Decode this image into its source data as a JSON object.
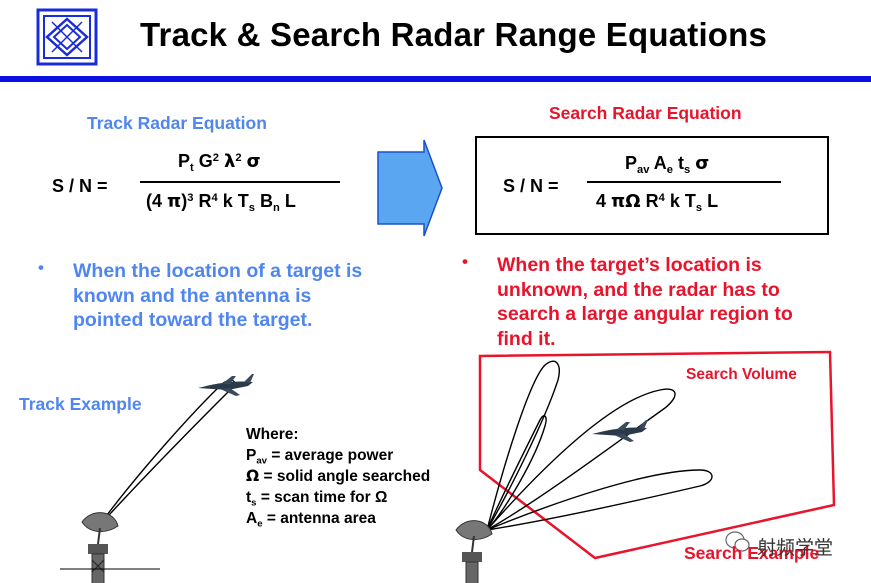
{
  "title": "Track & Search Radar Range Equations",
  "track": {
    "heading": "Track Radar Equation",
    "lhs": "S / N =",
    "num": {
      "P": "P",
      "P_sub": "t",
      "G": "G",
      "G_sup": "2",
      "lambda": "λ",
      "lambda_sup": "2",
      "sigma": "σ"
    },
    "den": {
      "open": "(4",
      "pi": "π",
      "close": ")",
      "close_sup": "3",
      "R": "R",
      "R_sup": "4",
      "k": "k",
      "T": "T",
      "T_sub": "s",
      "B": "B",
      "B_sub": "n",
      "L": "L"
    },
    "bullet": "When the location of a target is known and the antenna is pointed toward the target.",
    "example": "Track Example"
  },
  "search": {
    "heading": "Search Radar Equation",
    "lhs": "S / N =",
    "num": {
      "P": "P",
      "P_sub": "av",
      "A": "A",
      "A_sub": "e",
      "t": "t",
      "t_sub": "s",
      "sigma": "σ"
    },
    "den": {
      "four": "4",
      "pi": "π",
      "omega": "Ω",
      "R": "R",
      "R_sup": "4",
      "k": "k",
      "T": "T",
      "T_sub": "s",
      "L": "L"
    },
    "bullet": "When the target’s location is unknown, and the radar has to search a large angular region to find it.",
    "volume": "Search Volume",
    "example": "Search Example"
  },
  "where": {
    "heading": "Where:",
    "lines": [
      {
        "sym": "P",
        "sub": "av",
        "text": "= average power"
      },
      {
        "sym": "Ω",
        "sub": "",
        "text": " = solid angle searched"
      },
      {
        "sym": "t",
        "sub": "s",
        "text": " = scan time for Ω"
      },
      {
        "sym": "A",
        "sub": "e",
        "text": " = antenna area"
      }
    ]
  },
  "watermark": "射频学堂",
  "colors": {
    "rule": "#0a10e0",
    "track": "#4f86f0",
    "search": "#e8142c"
  },
  "icons": [
    "logo-emblem",
    "arrow-right",
    "jet-icon",
    "radar-dish-icon",
    "wechat-icon"
  ]
}
